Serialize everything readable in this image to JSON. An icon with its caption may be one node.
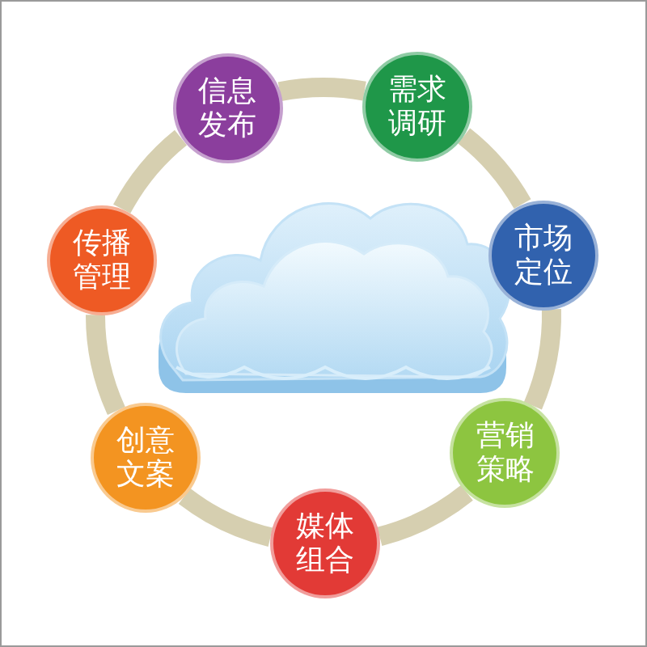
{
  "diagram": {
    "nodes": [
      {
        "text": [
          "信息发布"
        ]
      },
      {
        "text": [
          "需求调研"
        ]
      },
      {
        "text": [
          "传播管理"
        ]
      },
      {
        "text": [
          "市场定位"
        ]
      },
      {
        "text": [
          "创意文案"
        ]
      },
      {
        "text": [
          "营销策略"
        ]
      },
      {
        "text": [
          "媒体组合"
        ]
      }
    ],
    "edges": [
      {
        "from": 0,
        "to": 1,
        "arrow": "none"
      },
      {
        "from": 1,
        "to": 3,
        "arrow": "none"
      },
      {
        "from": 3,
        "to": 5,
        "arrow": "none"
      },
      {
        "from": 5,
        "to": 6,
        "arrow": "none"
      },
      {
        "from": 6,
        "to": 4,
        "arrow": "none"
      },
      {
        "from": 4,
        "to": 2,
        "arrow": "none"
      },
      {
        "from": 2,
        "to": 0,
        "arrow": "none"
      }
    ]
  }
}
